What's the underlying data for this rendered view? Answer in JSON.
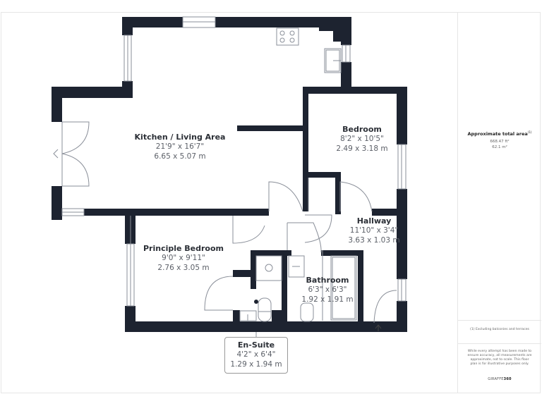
{
  "floorplan": {
    "rooms": [
      {
        "name": "Kitchen / Living Area",
        "imperial": "21'9\" x 16'7\"",
        "metric": "6.65 x 5.07 m"
      },
      {
        "name": "Bedroom",
        "imperial": "8'2\" x 10'5\"",
        "metric": "2.49 x 3.18 m"
      },
      {
        "name": "Hallway",
        "imperial": "11'10\" x 3'4\"",
        "metric": "3.63 x 1.03 m"
      },
      {
        "name": "Principle Bedroom",
        "imperial": "9'0\" x 9'11\"",
        "metric": "2.76 x 3.05 m"
      },
      {
        "name": "Bathroom",
        "imperial": "6'3\" x 6'3\"",
        "metric": "1.92 x 1.91 m"
      },
      {
        "name": "En-Suite",
        "imperial": "4'2\" x 6'4\"",
        "metric": "1.29 x 1.94 m"
      }
    ],
    "icons": [
      "hob-icon",
      "sink-icon",
      "shower-icon",
      "toilet-icon",
      "basin-icon",
      "bath-icon",
      "entrance-arrow-icon"
    ],
    "colors": {
      "wall": "#1d2330",
      "line": "#8a8f99",
      "text_name": "#2b2f36",
      "text_dim": "#5c6068"
    }
  },
  "sidebar": {
    "area_title": "Approximate total area",
    "area_note_marker": "(1)",
    "area_sqft": "668.47 ft²",
    "area_sqm": "62.1 m²",
    "footnote": "(1) Excluding balconies and terraces",
    "disclaimer_lines": [
      "While every attempt has been made to",
      "ensure accuracy, all measurements are",
      "approximate, not to scale. This floor",
      "plan is for illustrative purposes only."
    ],
    "brand_light": "GIRAFFE",
    "brand_bold": "360"
  }
}
